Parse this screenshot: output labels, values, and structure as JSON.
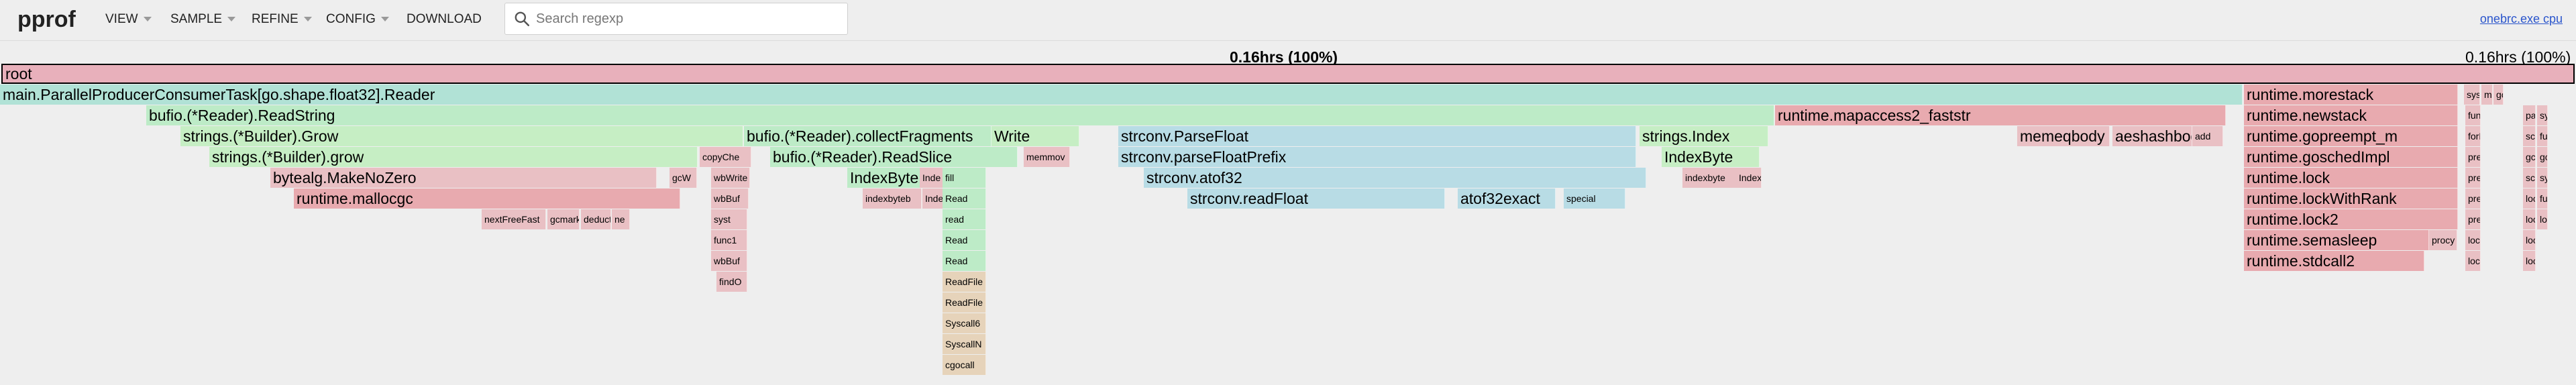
{
  "app": {
    "logo": "pprof"
  },
  "menu": {
    "view": "VIEW",
    "sample": "SAMPLE",
    "refine": "REFINE",
    "config": "CONFIG",
    "download": "DOWNLOAD"
  },
  "search": {
    "placeholder": "Search regexp",
    "value": ""
  },
  "header_link": "onebrc.exe cpu",
  "total_label": "0.16hrs (100%)",
  "selection_label": "0.16hrs (100%)",
  "flame": {
    "rows": [
      [
        {
          "name": "root",
          "w": 0.999,
          "x": 0.0005
        }
      ],
      [
        {
          "name": "main.ParallelProducerConsumerTask[go.shape.float32].Reader",
          "w": 0.8705,
          "x": 0.0
        },
        {
          "name": "runtime.morestack",
          "w": 0.083,
          "x": 0.871
        },
        {
          "name": "systemstack",
          "w": 0.0063,
          "x": 0.9566
        },
        {
          "name": "mca",
          "w": 0.0043,
          "x": 0.9633
        },
        {
          "name": "gcB",
          "w": 0.004,
          "x": 0.968
        }
      ],
      [
        {
          "name": "bufio.(*Reader).ReadString",
          "w": 0.632,
          "x": 0.0568
        },
        {
          "name": "runtime.mapaccess2_faststr",
          "w": 0.175,
          "x": 0.689
        },
        {
          "name": "runtime.newstack",
          "w": 0.083,
          "x": 0.871
        },
        {
          "name": "func",
          "w": 0.006,
          "x": 0.957
        },
        {
          "name": "park",
          "w": 0.005,
          "x": 0.9795
        },
        {
          "name": "syst",
          "w": 0.0042,
          "x": 0.985
        }
      ],
      [
        {
          "name": "strings.(*Builder).Grow",
          "w": 0.2184,
          "x": 0.07
        },
        {
          "name": "bufio.(*Reader).collectFragments",
          "w": 0.096,
          "x": 0.2888
        },
        {
          "name": "Write",
          "w": 0.034,
          "x": 0.385
        },
        {
          "name": "strconv.ParseFloat",
          "w": 0.201,
          "x": 0.434
        },
        {
          "name": "strings.Index",
          "w": 0.05,
          "x": 0.6364
        },
        {
          "name": "memeqbody",
          "w": 0.036,
          "x": 0.783
        },
        {
          "name": "aeshashbody",
          "w": 0.031,
          "x": 0.82
        },
        {
          "name": "add",
          "w": 0.012,
          "x": 0.851
        },
        {
          "name": "runtime.gopreempt_m",
          "w": 0.083,
          "x": 0.871
        },
        {
          "name": "forE",
          "w": 0.006,
          "x": 0.957
        },
        {
          "name": "sche",
          "w": 0.005,
          "x": 0.9795
        },
        {
          "name": "func",
          "w": 0.0042,
          "x": 0.985
        }
      ],
      [
        {
          "name": "strings.(*Builder).grow",
          "w": 0.1896,
          "x": 0.0812
        },
        {
          "name": "copyChe",
          "w": 0.02,
          "x": 0.2715
        },
        {
          "name": "bufio.(*Reader).ReadSlice",
          "w": 0.096,
          "x": 0.299
        },
        {
          "name": "memmov",
          "w": 0.018,
          "x": 0.3975
        },
        {
          "name": "strconv.parseFloatPrefix",
          "w": 0.201,
          "x": 0.434
        },
        {
          "name": "IndexByte",
          "w": 0.038,
          "x": 0.645
        },
        {
          "name": "runtime.goschedImpl",
          "w": 0.083,
          "x": 0.871
        },
        {
          "name": "pree",
          "w": 0.006,
          "x": 0.957
        },
        {
          "name": "gcD",
          "w": 0.005,
          "x": 0.9795
        },
        {
          "name": "gcB",
          "w": 0.0042,
          "x": 0.985
        }
      ],
      [
        {
          "name": "bytealg.MakeNoZero",
          "w": 0.15,
          "x": 0.105
        },
        {
          "name": "gcW",
          "w": 0.0108,
          "x": 0.26
        },
        {
          "name": "wbWrite",
          "w": 0.015,
          "x": 0.276
        },
        {
          "name": "IndexByte",
          "w": 0.038,
          "x": 0.329
        },
        {
          "name": "Inde",
          "w": 0.01,
          "x": 0.357
        },
        {
          "name": "fill",
          "w": 0.017,
          "x": 0.366
        },
        {
          "name": "strconv.atof32",
          "w": 0.195,
          "x": 0.444
        },
        {
          "name": "indexbyte",
          "w": 0.023,
          "x": 0.653
        },
        {
          "name": "Index",
          "w": 0.01,
          "x": 0.674
        },
        {
          "name": "runtime.lock",
          "w": 0.083,
          "x": 0.871
        },
        {
          "name": "pree",
          "w": 0.006,
          "x": 0.957
        },
        {
          "name": "sche",
          "w": 0.005,
          "x": 0.9795
        },
        {
          "name": "syst",
          "w": 0.0042,
          "x": 0.985
        }
      ],
      [
        {
          "name": "runtime.mallocgc",
          "w": 0.15,
          "x": 0.114
        },
        {
          "name": "wbBuf",
          "w": 0.0145,
          "x": 0.276
        },
        {
          "name": "indexbyteb",
          "w": 0.023,
          "x": 0.335
        },
        {
          "name": "Inde",
          "w": 0.008,
          "x": 0.358
        },
        {
          "name": "Read",
          "w": 0.017,
          "x": 0.366
        },
        {
          "name": "strconv.readFloat",
          "w": 0.1,
          "x": 0.461
        },
        {
          "name": "atof32exact",
          "w": 0.038,
          "x": 0.566
        },
        {
          "name": "special",
          "w": 0.024,
          "x": 0.607
        },
        {
          "name": "runtime.lockWithRank",
          "w": 0.083,
          "x": 0.871
        },
        {
          "name": "pree",
          "w": 0.006,
          "x": 0.957
        },
        {
          "name": "lock",
          "w": 0.005,
          "x": 0.9795
        },
        {
          "name": "func",
          "w": 0.0042,
          "x": 0.985
        }
      ],
      [
        {
          "name": "nextFreeFast",
          "w": 0.025,
          "x": 0.187
        },
        {
          "name": "gcmark",
          "w": 0.0125,
          "x": 0.2125
        },
        {
          "name": "deduct",
          "w": 0.0118,
          "x": 0.2255
        },
        {
          "name": "ne",
          "w": 0.007,
          "x": 0.2375
        },
        {
          "name": "syst",
          "w": 0.014,
          "x": 0.276
        },
        {
          "name": "read",
          "w": 0.017,
          "x": 0.366
        },
        {
          "name": "runtime.lock2",
          "w": 0.083,
          "x": 0.871
        },
        {
          "name": "pree",
          "w": 0.006,
          "x": 0.957
        },
        {
          "name": "lock",
          "w": 0.005,
          "x": 0.9795
        },
        {
          "name": "lock",
          "w": 0.0042,
          "x": 0.985
        }
      ],
      [
        {
          "name": "func1",
          "w": 0.014,
          "x": 0.276
        },
        {
          "name": "Read",
          "w": 0.017,
          "x": 0.366
        },
        {
          "name": "runtime.semasleep",
          "w": 0.072,
          "x": 0.871
        },
        {
          "name": "procy",
          "w": 0.011,
          "x": 0.943
        },
        {
          "name": "lock",
          "w": 0.006,
          "x": 0.957
        },
        {
          "name": "lock",
          "w": 0.005,
          "x": 0.9795
        }
      ],
      [
        {
          "name": "wbBuf",
          "w": 0.014,
          "x": 0.276
        },
        {
          "name": "Read",
          "w": 0.017,
          "x": 0.366
        },
        {
          "name": "runtime.stdcall2",
          "w": 0.07,
          "x": 0.871
        },
        {
          "name": "lock",
          "w": 0.006,
          "x": 0.957
        },
        {
          "name": "lock",
          "w": 0.005,
          "x": 0.9795
        }
      ],
      [
        {
          "name": "findO",
          "w": 0.012,
          "x": 0.278
        },
        {
          "name": "ReadFile",
          "w": 0.017,
          "x": 0.366
        }
      ],
      [
        {
          "name": "ReadFile",
          "w": 0.017,
          "x": 0.366
        }
      ],
      [
        {
          "name": "Syscall6",
          "w": 0.017,
          "x": 0.366
        }
      ],
      [
        {
          "name": "SyscallN",
          "w": 0.017,
          "x": 0.366
        }
      ],
      [
        {
          "name": "cgocall",
          "w": 0.017,
          "x": 0.366
        }
      ]
    ],
    "colors": {
      "root": "#e8b0bb",
      "main": "#b1e2d6",
      "bufio": "#bdebc7",
      "strings": "#c6eec4",
      "strconv": "#b8dce5",
      "runtime": "#e8aaaf",
      "syscall": "#e6d3ba",
      "other": "#e9c0c4"
    }
  }
}
